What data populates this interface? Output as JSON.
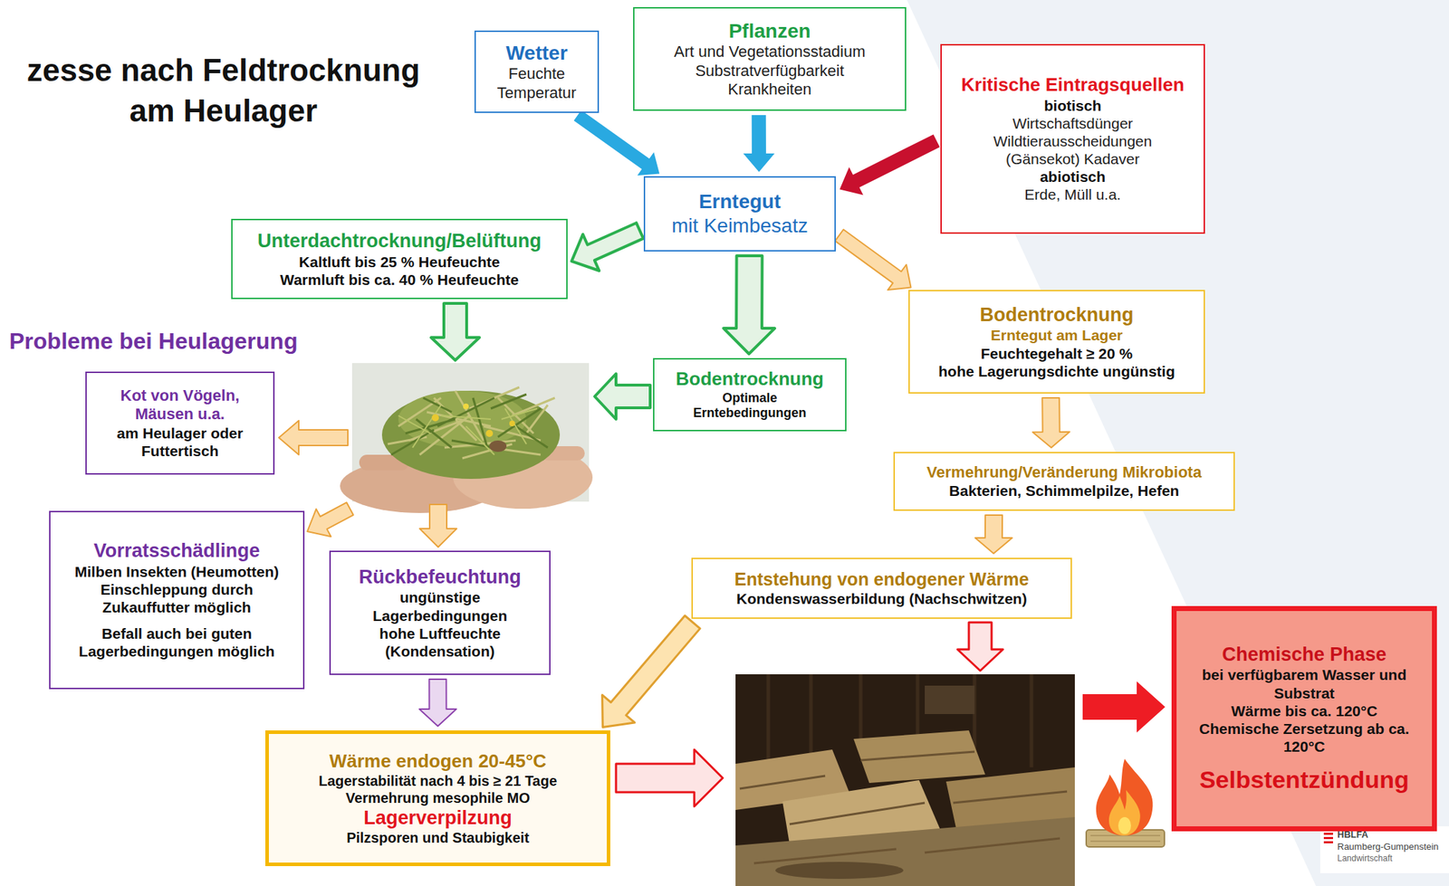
{
  "diagram": {
    "title": "zesse nach Feldtrocknung am Heulager",
    "nodes": [
      {
        "text": [
          "Wetter",
          "Feuchte Temperatur"
        ]
      },
      {
        "text": [
          "Pflanzen",
          "Art und Vegetationsstadium Substratverfügbarkeit Krankheiten"
        ]
      },
      {
        "text": [
          "Kritische Eintragsquellen",
          "biotisch",
          "Wirtschaftsdünger Wildtierausscheidungen (Gänsekot) Kadaver",
          "abiotisch",
          "Erde, Müll u.a."
        ]
      },
      {
        "text": [
          "Erntegut",
          "mit Keimbesatz"
        ]
      },
      {
        "text": [
          "Unterdachtrocknung/Belüftung",
          "Kaltluft bis 25 % Heufeuchte Warmluft bis ca. 40 % Heufeuchte"
        ]
      },
      {
        "text": [
          "Bodentrocknung",
          "Erntegut am Lager",
          "Feuchtegehalt ≥ 20 %",
          "hohe Lagerungsdichte ungünstig"
        ]
      },
      {
        "text": [
          "Bodentrocknung",
          "Optimale Erntebedingungen"
        ]
      },
      {
        "text": [
          "Kot von Vögeln, Mäusen u.a.",
          "am Heulager oder Futtertisch"
        ]
      },
      {
        "text": [
          "Vermehrung/Veränderung Mikrobiota",
          "Bakterien, Schimmelpilze, Hefen"
        ]
      },
      {
        "text": [
          "Vorratsschädlinge",
          "Milben Insekten (Heumotten) Einschleppung durch Zukauffutter möglich",
          "Befall auch bei guten Lagerbedingungen möglich"
        ]
      },
      {
        "text": [
          "Rückbefeuchtung",
          "ungünstige Lagerbedingungen hohe Luftfeuchte (Kondensation)"
        ]
      },
      {
        "text": [
          "Entstehung von endogener Wärme",
          "Kondenswasserbildung (Nachschwitzen)"
        ]
      },
      {
        "text": [
          "Chemische Phase",
          "bei verfügbarem Wasser und Substrat",
          "Wärme bis ca. 120°C",
          "Chemische Zersetzung ab ca. 120°C",
          "Selbstentzündung"
        ]
      },
      {
        "text": [
          "Wärme endogen 20-45°C",
          "Lagerstabilität nach 4 bis ≥ 21 Tage Vermehrung mesophile MO",
          "Lagerverpilzung",
          "Pilzsporen und Staubigkeit"
        ]
      }
    ],
    "edges": [
      {
        "from": 0,
        "to": 3,
        "arrow": "to"
      },
      {
        "from": 1,
        "to": 3,
        "arrow": "to"
      },
      {
        "from": 2,
        "to": 3,
        "arrow": "to"
      },
      {
        "from": 3,
        "to": 4,
        "arrow": "to"
      },
      {
        "from": 3,
        "to": 6,
        "arrow": "to"
      },
      {
        "from": 3,
        "to": 5,
        "arrow": "to"
      },
      {
        "from": 5,
        "to": 8,
        "arrow": "to"
      },
      {
        "from": 8,
        "to": 11,
        "arrow": "to"
      },
      {
        "from": 11,
        "to": 13,
        "arrow": "to"
      },
      {
        "from": 10,
        "to": 13,
        "arrow": "to"
      }
    ],
    "labels": [
      "Probleme bei Heulagerung",
      "HBLFA",
      "Raumberg-Gumpenstein",
      "Landwirtschaft"
    ]
  }
}
